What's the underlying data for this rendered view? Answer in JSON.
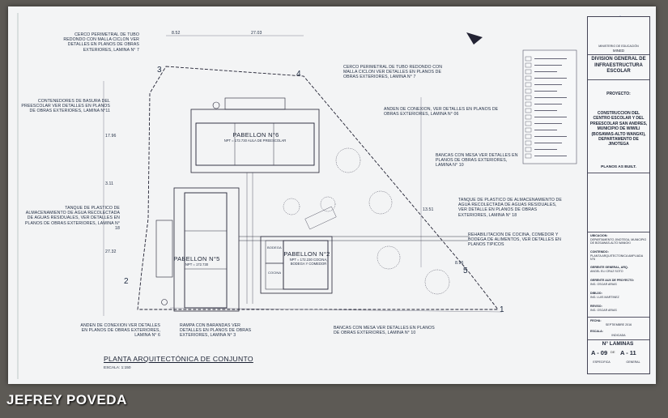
{
  "notes": {
    "cerco_left": "CERCO PERIMETRAL DE TUBO REDONDO CON MALLA CICLON VER DETALLES EN PLANOS DE OBRAS EXTERIORES, LAMINA N° 7",
    "cerco_right": "CERCO PERIMETRAL DE TUBO REDONDO CON MALLA CICLON VER DETALLES EN PLANOS DE OBRAS EXTERIORES, LAMINA N° 7",
    "contenedores": "CONTENEDORES DE BASURA DEL PREESCOLAR VER DETALLES EN PLANOS DE OBRAS EXTERIORES, LAMINA N°11",
    "anden_right": "ANDEN DE CONEXION, VER DETALLES EN PLANOS DE OBRAS EXTERIORES, LAMINA N° 06",
    "bancas_right": "BANCAS CON MESA VER DETALLES EN PLANOS DE OBRAS EXTERIORES, LAMINA N° 10",
    "tanque_right": "TANQUE DE PLASTICO DE ALMACENAMIENTO DE AGUA RECOLECTADA DE AGUAS RESIDUALES, VER DETALLE EN PLANOS DE OBRAS EXTERIORES, LAMINA N° 18",
    "tanque_left": "TANQUE DE PLASTICO DE ALMACENAMIENTO DE AGUA RECOLECTADA DE AGUAS RESIDUALES, VER DETALLES EN PLANOS DE OBRAS EXTERIORES, LAMINA N° 18",
    "rehab": "REHABILITACION DE COCINA, COMEDOR Y BODEGA DE ALIMENTOS, VER DETALLES EN PLANOS TIPICOS",
    "anden_bottom": "ANDEN DE CONEXION VER DETALLES EN PLANOS DE OBRAS EXTERIORES, LAMINA N° 6",
    "rampa": "RAMPA CON BARANDAS VER DETALLES EN PLANOS DE OBRAS EXTERIORES, LAMINA N° 3",
    "bancas_bottom": "BANCAS CON MESA VER DETALLES EN PLANOS DE OBRAS EXTERIORES, LAMINA N° 10"
  },
  "pavilions": {
    "p6_title": "PABELLON N°6",
    "p6_sub": "NPT = 172.730 AULA DE PREESCOLAR",
    "p5_title": "PABELLON N°5",
    "p5_sub": "NPT = 172.730",
    "p2_title": "PABELLON N°2",
    "p2_sub": "NPT = 172.230 COCINA, BODEGA Y COMEDOR",
    "bodega": "BODEGA",
    "cocina": "COCINA"
  },
  "vertices": {
    "v1": "1",
    "v2": "2",
    "v3": "3",
    "v4": "4",
    "v5": "5"
  },
  "dims": {
    "d1": "8.52",
    "d2": "27.03",
    "d3": "17.96",
    "d4": "3.11",
    "d5": "27.32",
    "d6": "13.51",
    "d7": "8.96"
  },
  "plan": {
    "title": "PLANTA ARQUITECTÓNICA DE CONJUNTO",
    "scale": "ESCALA: 1:150"
  },
  "title_block": {
    "ministry": "MINISTERIO DE EDUCACIÓN",
    "mined": "MINED",
    "division": "DIVISION GENERAL DE INFRAESTRUCTURA ESCOLAR",
    "proyecto_label": "PROYECTO:",
    "proyecto": "CONSTRUCCION DEL CENTRO ESCOLAR Y DEL PREESCOLAR SAN ANDRES, MUNICIPIO DE WIWILI (BOSAWAS-ALTO WANGKI), DEPARTAMENTO DE JINOTEGA",
    "asbuilt": "PLANOS AS BUILT.",
    "ubicacion_label": "UBICACION:",
    "ubicacion": "DEPARTAMENTO JINOTEGA, MUNICIPIO DE BOSAWAS-ALTO WANGKI",
    "contenido_label": "CONTENIDO:",
    "contenido": "PLANTA ARQUITECTONICA AMPLIADA N°6",
    "gerente_label": "GERENTE GENERAL, ARQ.",
    "gerente": "ANGEL ELI CRUZ SOTO",
    "responsable_label": "GERENTE AUX DE PROYECTO:",
    "responsable": "ING. OSCAR ARIAS",
    "dibujo_label": "DIBUJO:",
    "dibujo": "ING. LUIS MARTINEZ",
    "reviso_label": "REVISO:",
    "reviso": "ING. OSCAR ARIAS",
    "fecha_label": "FECHA:",
    "fecha": "SEPTIEMBRE 2016",
    "escala_label": "ESCALA:",
    "escala": "INDICADA",
    "laminas": "N° LAMINAS",
    "lam_a": "A - 09",
    "lam_de": "DE",
    "lam_b": "A - 11",
    "especifica": "ESPECIFICA",
    "general": "GENERAL"
  },
  "watermark": "JEFREY POVEDA",
  "colors": {
    "ink": "#1d2a40",
    "paper": "#f3f4f5",
    "background": "#5d5a55"
  }
}
